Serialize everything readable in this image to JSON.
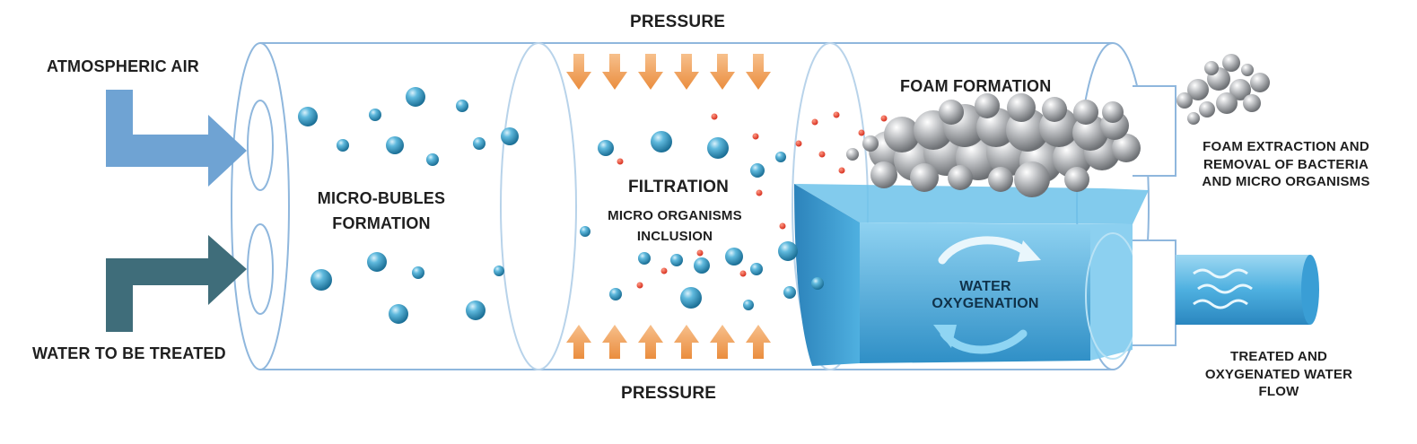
{
  "labels": {
    "pressure_top": "PRESSURE",
    "pressure_bottom": "PRESSURE",
    "atmospheric_air": "ATMOSPHERIC AIR",
    "water_in": "WATER TO BE TREATED",
    "micro_bubbles": [
      "MICRO-BUBLES",
      "FORMATION"
    ],
    "filtration": "FILTRATION",
    "micro_organisms": [
      "MICRO ORGANISMS",
      "INCLUSION"
    ],
    "foam_formation": "FOAM FORMATION",
    "water_oxygenation": [
      "WATER",
      "OXYGENATION"
    ],
    "foam_extraction": [
      "FOAM EXTRACTION AND",
      "REMOVAL OF BACTERIA",
      "AND MICRO ORGANISMS"
    ],
    "treated_water": [
      "TREATED AND",
      "OXYGENATED WATER",
      "FLOW"
    ]
  },
  "colors": {
    "tube_outline": "#8fb7dd",
    "air_arrow": "#6fa3d3",
    "water_arrow": "#3f6d7a",
    "pressure_arrow": "#f0a35a",
    "bubble": "#2f8fb8",
    "red_dot": "#e0412e",
    "foam": "#a7a9ac",
    "water_tank": "#3aa3d9",
    "outlet_flow": "#55b6e4"
  }
}
